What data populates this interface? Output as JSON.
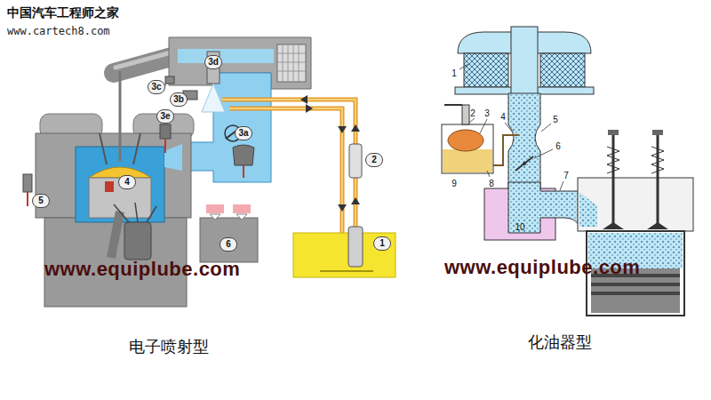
{
  "diagram": {
    "labels": [
      "中国汽车工程师之家",
      "www.cartech8.com",
      "3d",
      "3c",
      "3b",
      "3e",
      "3a",
      "2",
      "1",
      "4",
      "5",
      "6",
      "www.equiplube.com",
      "电子喷射型",
      "1",
      "2",
      "3",
      "4",
      "5",
      "6",
      "7",
      "8",
      "9",
      "10",
      "www.equiplube.com",
      "化油器型"
    ]
  }
}
